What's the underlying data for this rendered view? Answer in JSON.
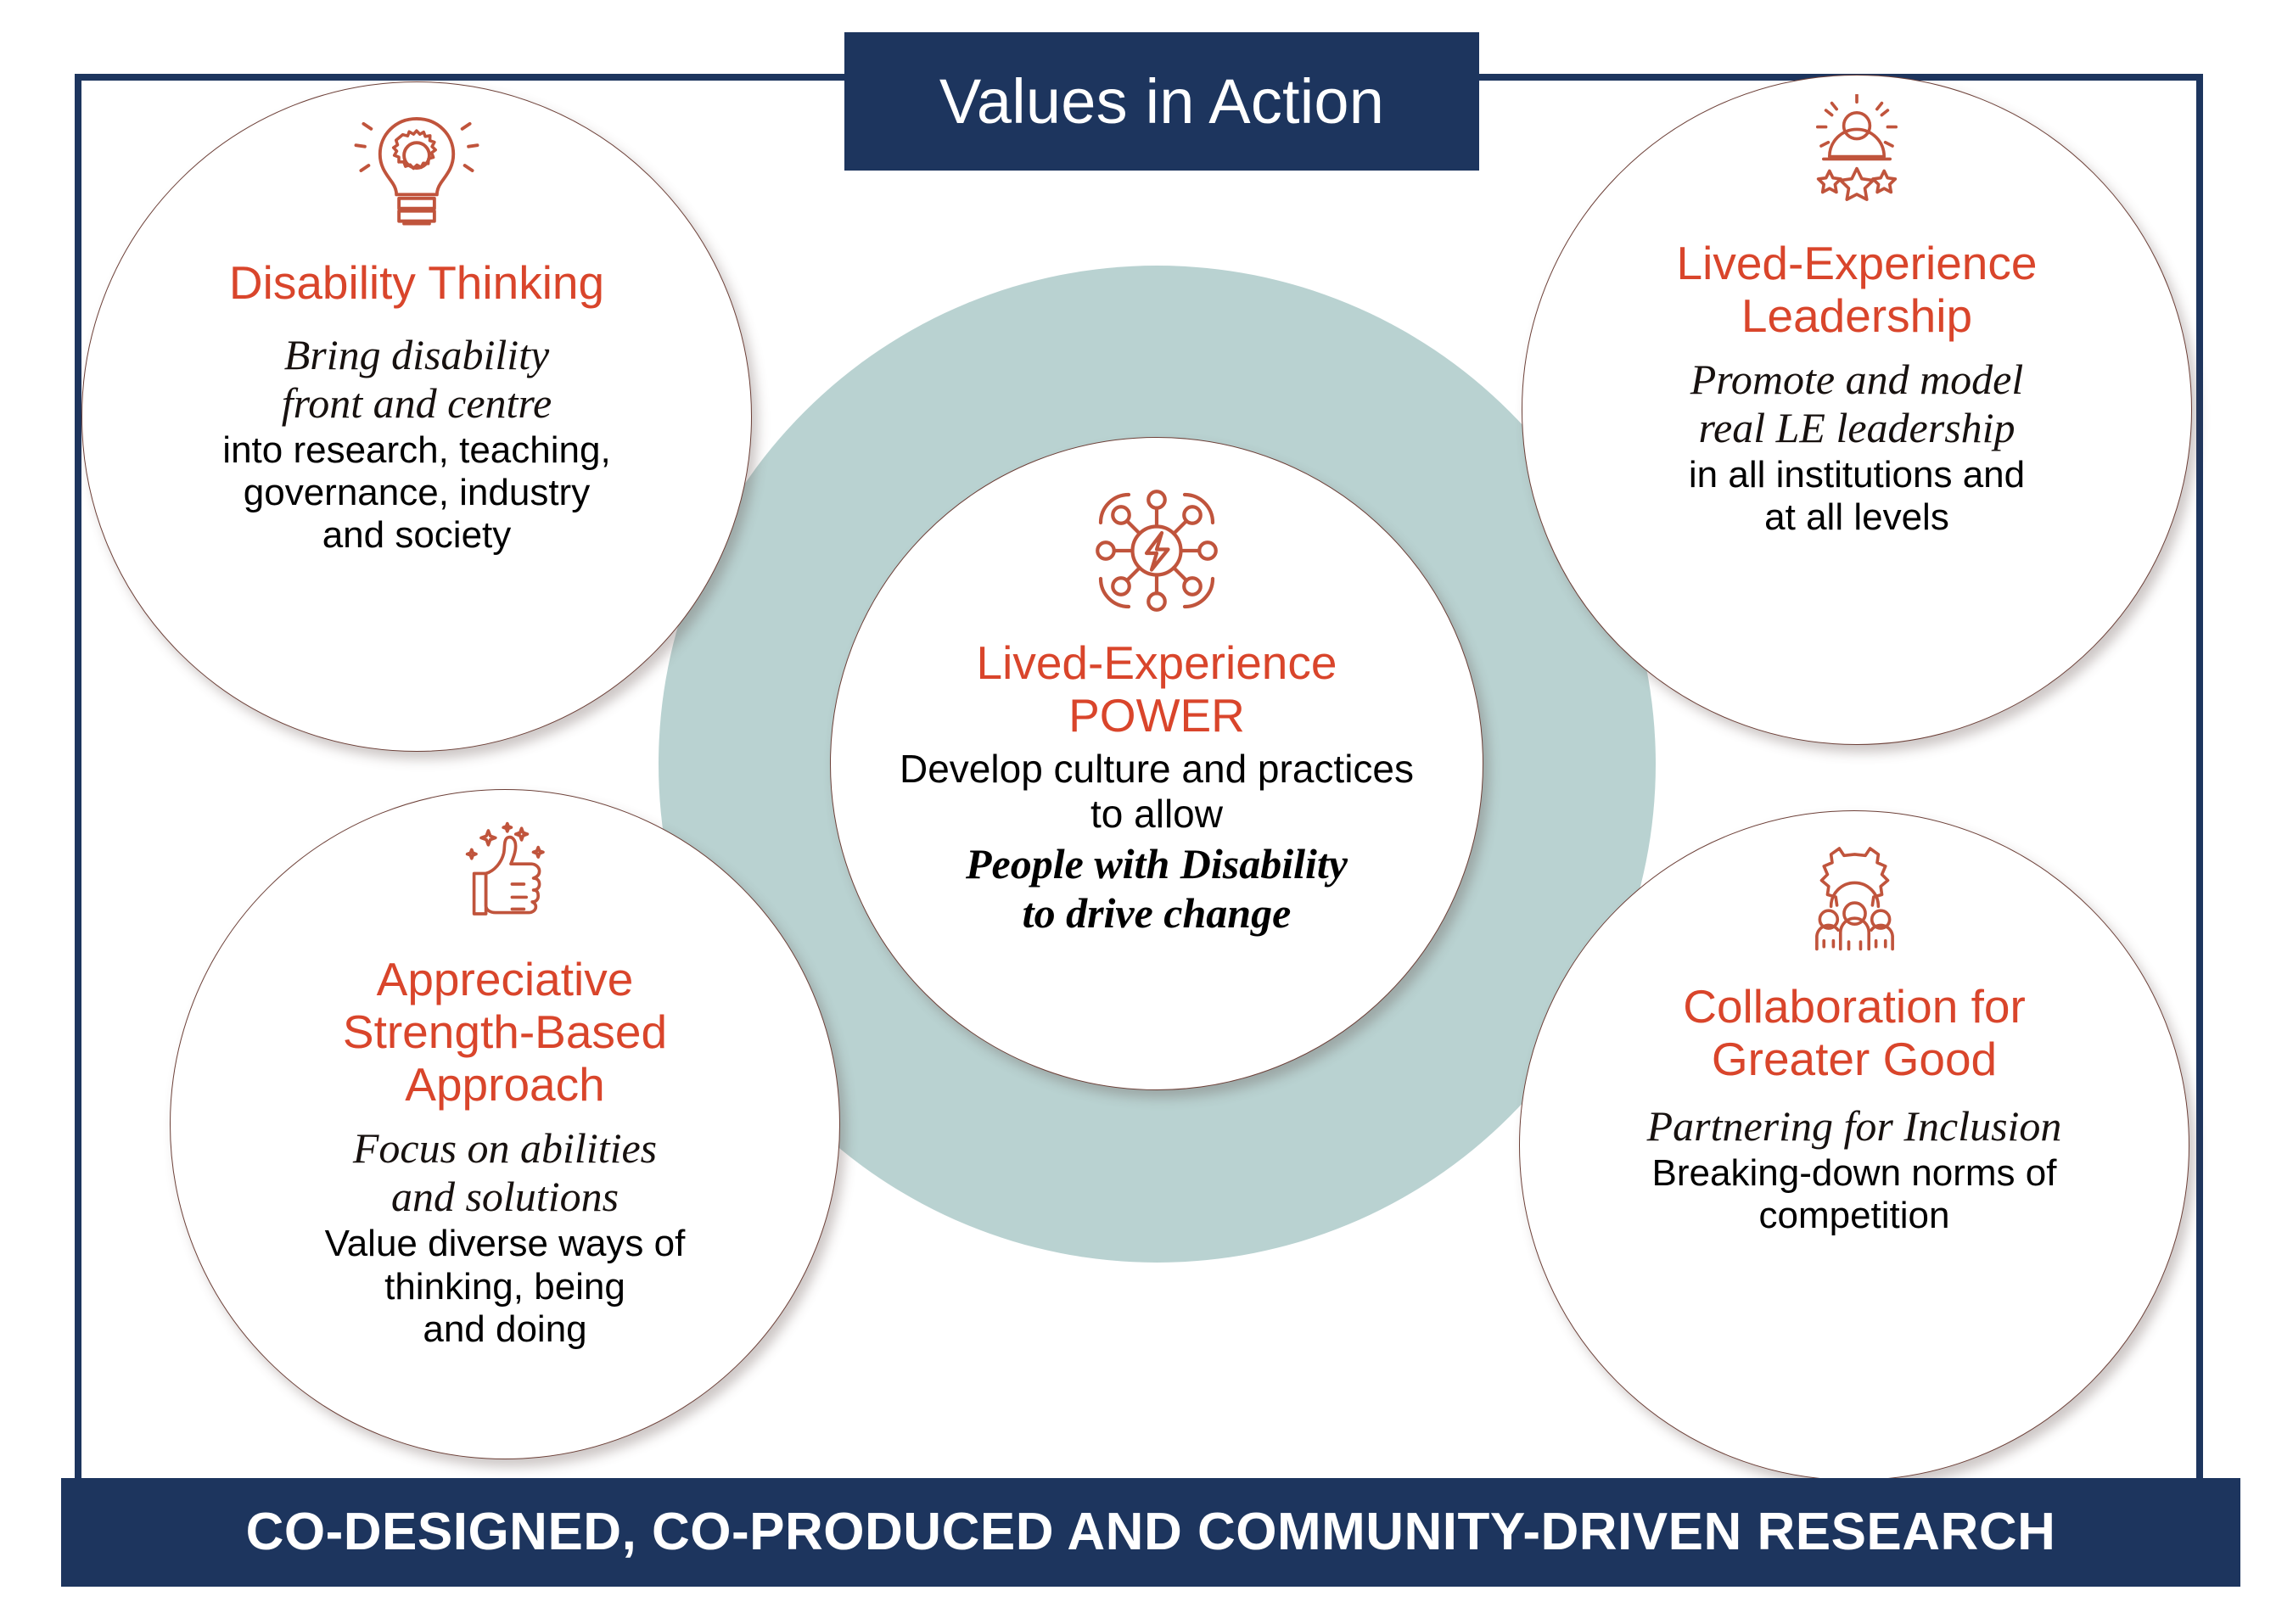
{
  "title": {
    "text": "Values in Action"
  },
  "footer": {
    "text": "CO-DESIGNED, CO-PRODUCED AND COMMUNITY-DRIVEN RESEARCH"
  },
  "colors": {
    "navy": "#1d355e",
    "orange": "#d9452b",
    "teal": "#b9d2d1",
    "circle_border": "#6d4038",
    "white": "#ffffff"
  },
  "center": {
    "icon": "network-power-icon",
    "heading_line1": "Lived-Experience",
    "heading_line2": "POWER",
    "body_line1": "Develop culture and practices",
    "body_line2": "to allow",
    "emphasis_line1": "People with Disability",
    "emphasis_line2": "to drive change"
  },
  "nodes": [
    {
      "id": "disability-thinking",
      "icon": "lightbulb-gear-icon",
      "heading": [
        "Disability Thinking"
      ],
      "italic": [
        "Bring disability",
        "front and centre"
      ],
      "plain": [
        "into research, teaching,",
        "governance, industry",
        "and society"
      ]
    },
    {
      "id": "lived-experience-leadership",
      "icon": "leader-person-stars-icon",
      "heading": [
        "Lived-Experience",
        "Leadership"
      ],
      "italic": [
        "Promote and model",
        "real LE leadership"
      ],
      "plain": [
        "in all institutions and",
        "at all levels"
      ]
    },
    {
      "id": "appreciative-strength-based",
      "icon": "thumbs-up-sparkle-icon",
      "heading": [
        "Appreciative",
        "Strength-Based",
        "Approach"
      ],
      "italic": [
        "Focus on abilities",
        "and solutions"
      ],
      "plain": [
        "Value diverse ways of",
        "thinking, being",
        "and doing"
      ]
    },
    {
      "id": "collaboration-greater-good",
      "icon": "people-gear-icon",
      "heading": [
        "Collaboration for",
        "Greater Good"
      ],
      "italic": [
        "Partnering for Inclusion"
      ],
      "plain": [
        "Breaking-down norms of",
        "competition"
      ]
    }
  ]
}
